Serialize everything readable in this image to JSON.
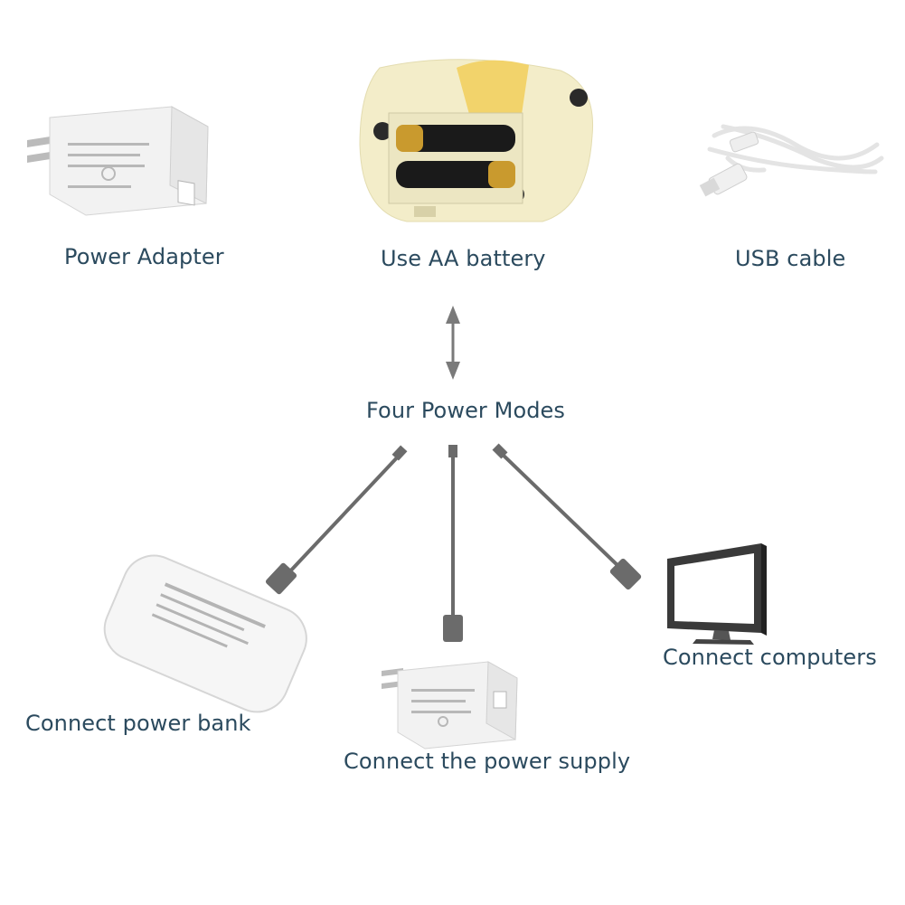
{
  "labels": {
    "power_adapter": "Power Adapter",
    "aa_battery": "Use AA battery",
    "usb_cable": "USB cable",
    "center": "Four Power Modes",
    "power_bank": "Connect power bank",
    "power_supply": "Connect the power supply",
    "computers": "Connect computers"
  },
  "colors": {
    "text": "#2b4a5e",
    "cable": "#6b6b6b",
    "arrow": "#7a7a7a",
    "device_white": "#f4f4f2",
    "device_cream": "#f3edc9",
    "battery_gold": "#c99a2e"
  }
}
